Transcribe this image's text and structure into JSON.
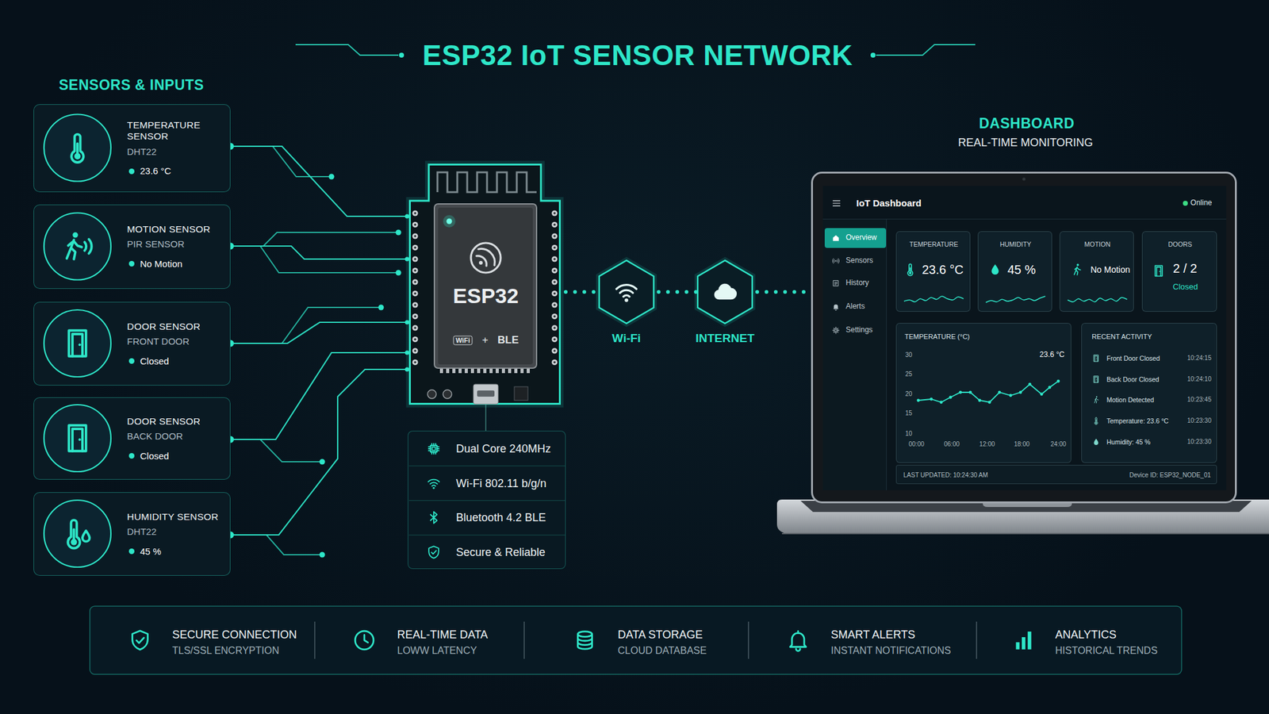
{
  "diagram": {
    "title": "ESP32 IoT SENSOR NETWORK",
    "nodes": [
      {
        "text": [
          "TEMPERATURE SENSOR",
          "DHT22",
          "23.6 °C"
        ]
      },
      {
        "text": [
          "MOTION SENSOR",
          "PIR SENSOR",
          "No Motion"
        ]
      },
      {
        "text": [
          "DOOR SENSOR",
          "FRONT DOOR",
          "Closed"
        ]
      },
      {
        "text": [
          "DOOR SENSOR",
          "BACK DOOR",
          "Closed"
        ]
      },
      {
        "text": [
          "HUMIDITY SENSOR",
          "DHT22",
          "45 %"
        ]
      },
      {
        "text": [
          "ESP32"
        ]
      },
      {
        "text": [
          "Dual Core 240MHz",
          "Wi-Fi 802.11 b/g/n",
          "Bluetooth 4.2 BLE",
          "Secure & Reliable"
        ]
      },
      {
        "text": [
          "Wi-Fi"
        ]
      },
      {
        "text": [
          "INTERNET"
        ]
      },
      {
        "text": [
          "IoT Dashboard",
          "Online"
        ]
      },
      {
        "text": [
          "TEMPERATURE",
          "23.6 °C"
        ],
        "in": 9
      },
      {
        "text": [
          "HUMIDITY",
          "45 %"
        ],
        "in": 9
      },
      {
        "text": [
          "MOTION",
          "No Motion"
        ],
        "in": 9
      },
      {
        "text": [
          "DOORS",
          "2 / 2",
          "Closed"
        ],
        "in": 9
      },
      {
        "text": [
          "TEMPERATURE (°C)"
        ],
        "in": 9
      },
      {
        "text": [
          "RECENT ACTIVITY"
        ],
        "in": 9
      },
      {
        "text": [
          "LAST UPDATED: 10:24:30 AM",
          "Device ID: ESP32_NODE_01"
        ],
        "in": 9
      },
      {
        "text": [
          "SECURE CONNECTION",
          "TLS/SSL ENCRYPTION"
        ]
      },
      {
        "text": [
          "REAL-TIME DATA",
          "LOWW LATENCY"
        ]
      },
      {
        "text": [
          "DATA STORAGE",
          "CLOUD DATABASE"
        ]
      },
      {
        "text": [
          "SMART ALERTS",
          "INSTANT NOTIFICATIONS"
        ]
      },
      {
        "text": [
          "ANALYTICS",
          "HISTORICAL TRENDS"
        ]
      }
    ],
    "edges": [
      {
        "from": 0,
        "to": 5,
        "arrow": "none"
      },
      {
        "from": 1,
        "to": 5,
        "arrow": "none"
      },
      {
        "from": 2,
        "to": 5,
        "arrow": "none"
      },
      {
        "from": 3,
        "to": 5,
        "arrow": "none"
      },
      {
        "from": 4,
        "to": 5,
        "arrow": "none"
      },
      {
        "from": 5,
        "to": 6,
        "arrow": "none"
      },
      {
        "from": 5,
        "to": 7,
        "arrow": "none"
      },
      {
        "from": 7,
        "to": 8,
        "arrow": "none"
      },
      {
        "from": 8,
        "to": 9,
        "arrow": "none"
      }
    ],
    "labels": [
      "SENSORS & INPUTS",
      "WiFi",
      "+",
      "BLE",
      "DASHBOARD",
      "REAL-TIME MONITORING",
      "Overview",
      "Sensors",
      "History",
      "Alerts",
      "Settings",
      "30",
      "25",
      "20",
      "15",
      "10",
      "00:00",
      "06:00",
      "12:00",
      "18:00",
      "24:00",
      "23.6 °C",
      "Front Door Closed",
      "10:24:15",
      "Back Door Closed",
      "10:24:10",
      "Motion Detected",
      "10:23:45",
      "Temperature: 23.6 °C",
      "10:23:30",
      "Humidity: 45 %",
      "10:23:30"
    ]
  }
}
